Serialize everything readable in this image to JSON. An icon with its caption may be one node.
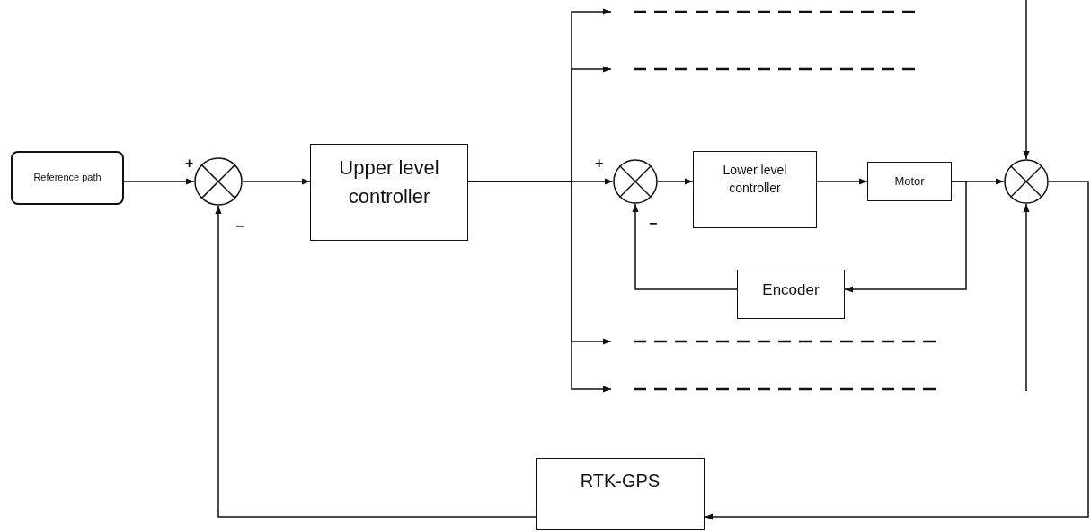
{
  "diagram": {
    "nodes": [
      {
        "text": [
          "Reference path"
        ]
      },
      {
        "text": [],
        "shape": "circle"
      },
      {
        "text": [
          "Upper level controller"
        ]
      },
      {
        "text": [],
        "shape": "circle"
      },
      {
        "text": [
          "Lower level controller"
        ]
      },
      {
        "text": [
          "Motor"
        ]
      },
      {
        "text": [
          "Encoder"
        ]
      },
      {
        "text": [],
        "shape": "circle"
      },
      {
        "text": [
          "RTK-GPS"
        ]
      }
    ],
    "edges": [
      {
        "from": 0,
        "to": 1,
        "arrow": "to"
      },
      {
        "from": 1,
        "to": 2,
        "arrow": "to"
      },
      {
        "from": 2,
        "to": 3,
        "arrow": "to"
      },
      {
        "from": 2,
        "to": null,
        "arrow": "to"
      },
      {
        "from": 2,
        "to": null,
        "arrow": "to"
      },
      {
        "from": 2,
        "to": null,
        "arrow": "to"
      },
      {
        "from": 2,
        "to": null,
        "arrow": "to"
      },
      {
        "from": 3,
        "to": 4,
        "arrow": "to"
      },
      {
        "from": 4,
        "to": 5,
        "arrow": "to"
      },
      {
        "from": 5,
        "to": 7,
        "arrow": "to"
      },
      {
        "from": 5,
        "to": 6,
        "arrow": "to"
      },
      {
        "from": 6,
        "to": 3,
        "arrow": "to"
      },
      {
        "from": null,
        "to": 7,
        "arrow": "to"
      },
      {
        "from": null,
        "to": 7,
        "arrow": "to"
      },
      {
        "from": 7,
        "to": 8,
        "arrow": "to"
      },
      {
        "from": 8,
        "to": 1,
        "arrow": "to"
      }
    ],
    "labels": [
      "+",
      "−",
      "+",
      "−"
    ]
  }
}
